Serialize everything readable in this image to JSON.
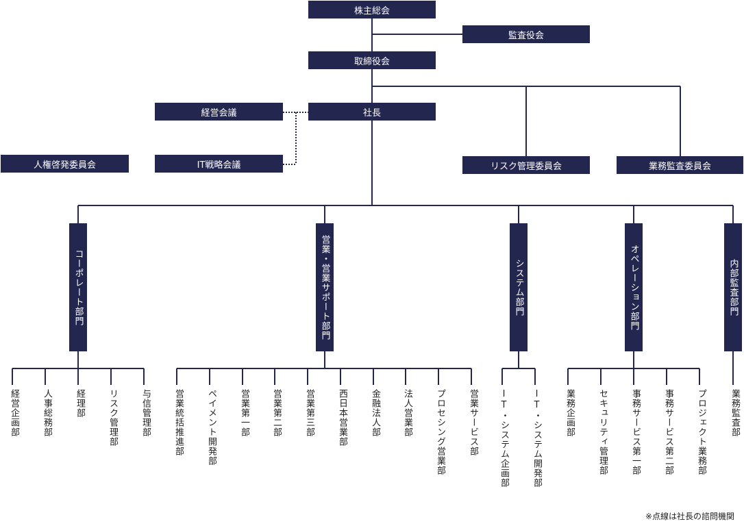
{
  "top": {
    "shareholders": "株主総会",
    "auditors": "監査役会",
    "board": "取締役会",
    "president": "社長"
  },
  "advisory": {
    "management_meeting": "経営会議",
    "it_strategy_meeting": "IT戦略会議",
    "human_rights_committee": "人権啓発委員会"
  },
  "committees": {
    "risk": "リスク管理委員会",
    "audit": "業務監査委員会"
  },
  "divisions": [
    {
      "name": "コーポレート部門",
      "departments": [
        "経営企画部",
        "人事総務部",
        "経理部",
        "リスク管理部",
        "与信管理部"
      ]
    },
    {
      "name": "営業・営業サポート部門",
      "departments": [
        "営業統括推進部",
        "ペイメント開発部",
        "営業第一部",
        "営業第二部",
        "営業第三部",
        "西日本営業部",
        "金融法人部",
        "法人営業部",
        "プロセシング営業部",
        "営業サービス部"
      ]
    },
    {
      "name": "システム部門",
      "departments": [
        "IT・システム企画部",
        "IT・システム開発部"
      ]
    },
    {
      "name": "オペレーション部門",
      "departments": [
        "業務企画部",
        "セキュリティ管理部",
        "事務サービス第一部",
        "事務サービス第二部",
        "プロジェクト業務部"
      ]
    },
    {
      "name": "内部監査部門",
      "departments": [
        "業務監査部"
      ]
    }
  ],
  "footnote": "※点線は社長の諮問機関",
  "colors": {
    "box": "#23264f",
    "line": "#23264f"
  }
}
